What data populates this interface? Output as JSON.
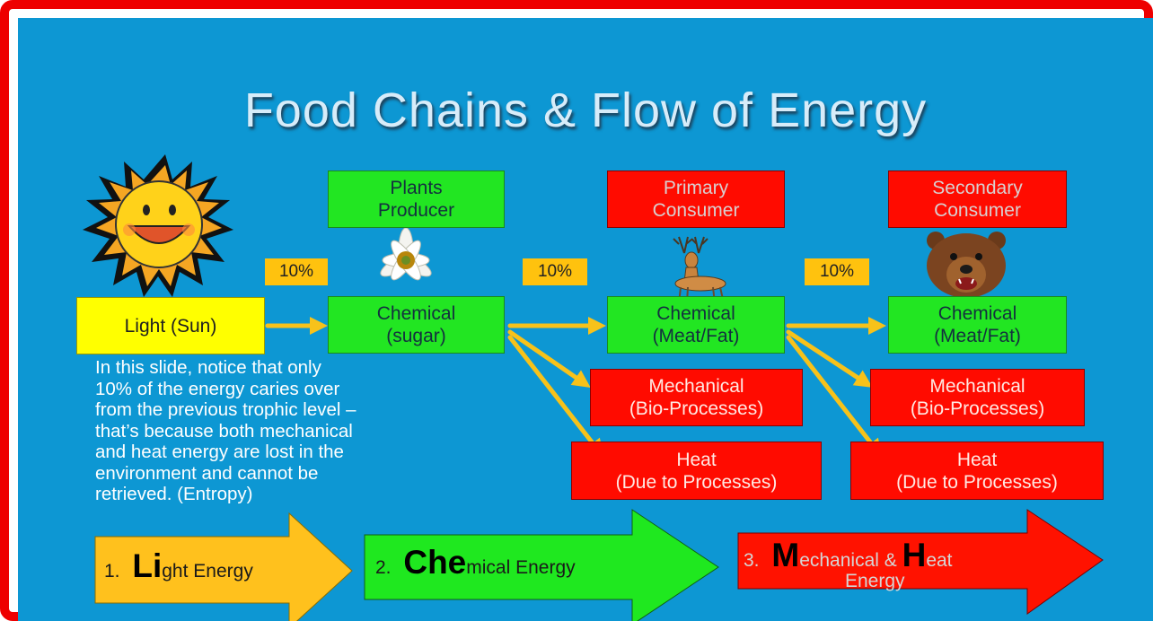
{
  "slide": {
    "title": "Food Chains & Flow of Energy",
    "producer_label_line1": "Plants",
    "producer_label_line2": "Producer",
    "primary_label_line1": "Primary",
    "primary_label_line2": "Consumer",
    "secondary_label_line1": "Secondary",
    "secondary_label_line2": "Consumer",
    "light_box": "Light (Sun)",
    "chem1_line1": "Chemical",
    "chem1_line2": "(sugar)",
    "chem2_line1": "Chemical",
    "chem2_line2": "(Meat/Fat)",
    "chem3_line1": "Chemical",
    "chem3_line2": "(Meat/Fat)",
    "mech_line1": "Mechanical",
    "mech_line2": "(Bio-Processes)",
    "heat_line1": "Heat",
    "heat_line2": "(Due to Processes)",
    "pct1": "10%",
    "pct2": "10%",
    "pct3": "10%",
    "note_lines": [
      "In this slide, notice that only",
      "10% of the energy caries over",
      "from the previous trophic level –",
      "that’s because both mechanical",
      "and heat energy are lost in the",
      "environment and cannot be",
      "retrieved.  (Entropy)"
    ],
    "arrow1": {
      "num": "1.",
      "big": "Li",
      "rest": "ght Energy"
    },
    "arrow2": {
      "num": "2.",
      "big": "Che",
      "rest": "mical Energy"
    },
    "arrow3": {
      "num": "3.",
      "big1": "M",
      "rest1": "echanical & ",
      "big2": "H",
      "rest2": "eat",
      "line2": "Energy"
    }
  },
  "icons": [
    "sun-icon",
    "flower-icon",
    "deer-icon",
    "bear-icon"
  ],
  "colors": {
    "background": "#0d97d3",
    "frame": "#ee0000",
    "green_box": "#22e622",
    "red_box": "#ff0b00",
    "yellow_box": "#ffff00",
    "percent_tag": "#ffc20e",
    "flow_arrow": "#f7c21a",
    "arrow1_fill": "#ffc11d",
    "arrow2_fill": "#1fe81f",
    "arrow3_fill": "#ff1200"
  }
}
